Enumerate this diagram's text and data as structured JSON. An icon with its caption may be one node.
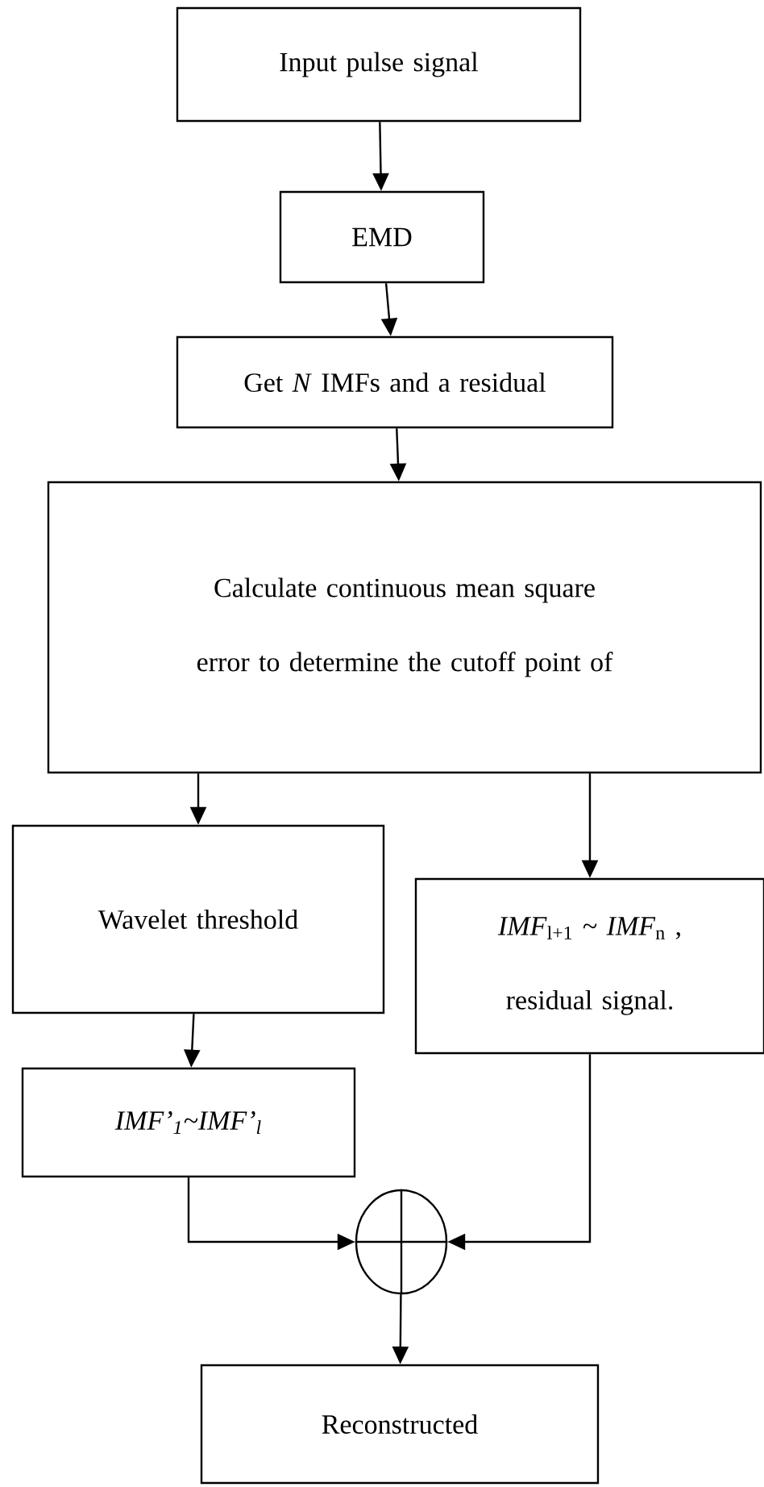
{
  "diagram": {
    "nodes": [
      {
        "text": [
          "Input pulse signal"
        ]
      },
      {
        "text": [
          "EMD"
        ]
      },
      {
        "text": [
          "Get *N* IMFs and a residual"
        ]
      },
      {
        "text": [
          "Calculate continuous mean square error to determine the cutoff point of"
        ]
      },
      {
        "text": [
          "Wavelet threshold"
        ]
      },
      {
        "text": [
          "IMF’$_{1}$~IMF’$_{l}$"
        ]
      },
      {
        "text": [
          "*IMF*$_{l+1}$ ~ *IMF*$_{n}$ , residual signal."
        ]
      },
      {
        "text": [],
        "shape": "circle"
      },
      {
        "text": [
          "Reconstructed"
        ]
      }
    ],
    "edges": [
      {
        "from": 0,
        "to": 1,
        "arrow": "to"
      },
      {
        "from": 1,
        "to": 2,
        "arrow": "to"
      },
      {
        "from": 2,
        "to": 3,
        "arrow": "to"
      },
      {
        "from": 3,
        "to": 4,
        "arrow": "to"
      },
      {
        "from": 3,
        "to": 6,
        "arrow": "to"
      },
      {
        "from": 4,
        "to": 5,
        "arrow": "to"
      },
      {
        "from": 5,
        "to": 7,
        "arrow": "to"
      },
      {
        "from": 6,
        "to": 7,
        "arrow": "to"
      },
      {
        "from": 7,
        "to": 8,
        "arrow": "to"
      }
    ]
  }
}
